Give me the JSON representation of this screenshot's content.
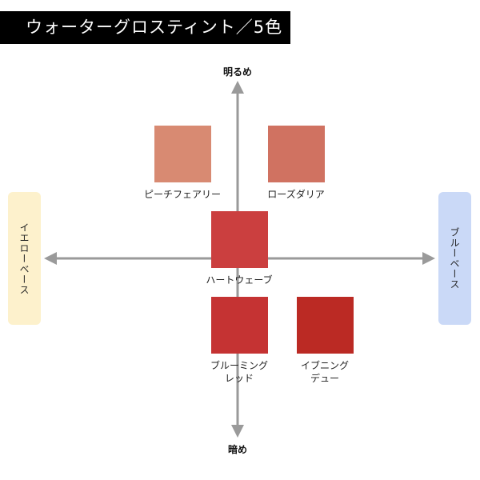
{
  "title": "ウォーターグロスティント／5色",
  "axes": {
    "top": "明るめ",
    "bottom": "暗め",
    "left": "イエローベース",
    "right": "ブルーベース"
  },
  "colors": {
    "axis": "#9a9a9a",
    "yellow_base_bg": "#fdf1cc",
    "blue_base_bg": "#cad9f7"
  },
  "swatches": [
    {
      "lines": [
        "ピーチフェアリー"
      ],
      "color": "#d88a72"
    },
    {
      "lines": [
        "ローズダリア"
      ],
      "color": "#d07261"
    },
    {
      "lines": [
        "ハートウェーブ"
      ],
      "color": "#cb3f3f"
    },
    {
      "lines": [
        "ブルーミング",
        "レッド"
      ],
      "color": "#c53333"
    },
    {
      "lines": [
        "イブニング",
        "デュー"
      ],
      "color": "#bb2a24"
    }
  ]
}
